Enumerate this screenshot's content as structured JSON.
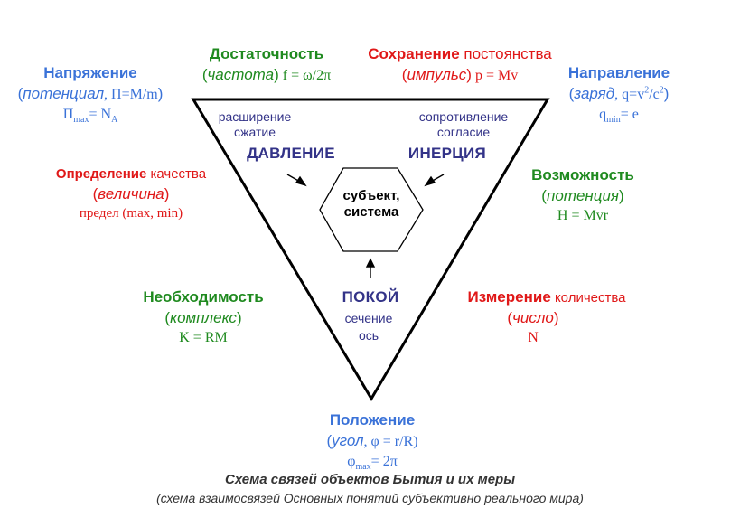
{
  "top_left": {
    "title": "Напряжение",
    "sub_open": "(",
    "sub_italic": "потенциал",
    "sub_rest": ", П=М/m",
    "sub_close": ")",
    "formula_main": "П",
    "formula_sub": "max",
    "formula_eq": "= N",
    "formula_sub2": "A"
  },
  "top_mid_left": {
    "title": "Достаточность",
    "sub_open": "(",
    "sub_italic": "частота",
    "sub_close": ")",
    "formula": " f = ω/2π"
  },
  "top_mid_right": {
    "title_bold": "Сохранение",
    "title_rest": " постоянства",
    "sub_open": "(",
    "sub_italic": "импульс",
    "sub_close": ")",
    "formula": " p = Mv"
  },
  "top_right": {
    "title": "Направление",
    "sub_open": "(",
    "sub_italic": "заряд",
    "sub_rest": ", q=v",
    "sup1": "2",
    "sub_rest2": "/c",
    "sup2": "2",
    "sub_close": ")",
    "formula_main": "q",
    "formula_sub": "min",
    "formula_eq": "= e"
  },
  "mid_left": {
    "title_bold": "Определение",
    "title_rest": " качества",
    "sub_open": "(",
    "sub_italic": "величина",
    "sub_close": ")",
    "formula": "предел (max, min)"
  },
  "mid_right": {
    "title": "Возможность",
    "sub_open": "(",
    "sub_italic": "потенция",
    "sub_close": ")",
    "formula": "H = Mvr"
  },
  "low_left": {
    "title": "Необходимость",
    "sub_open": "(",
    "sub_italic": "комплекс",
    "sub_close": ")",
    "formula": "K = RM"
  },
  "low_right": {
    "title_bold": "Измерение",
    "title_rest": " количества",
    "sub_open": "(",
    "sub_italic": "число",
    "sub_close": ")",
    "formula": "N"
  },
  "bottom": {
    "title": "Положение",
    "sub_open": "(",
    "sub_italic": "угол",
    "sub_rest": ", φ = r/R)",
    "formula_main": "φ",
    "formula_sub": "max",
    "formula_eq": "= 2π"
  },
  "inner": {
    "pressure": {
      "line1": "расширение",
      "line2": "сжатие",
      "title": "ДАВЛЕНИЕ"
    },
    "inertia": {
      "line1": "сопротивление",
      "line2": "согласие",
      "title": "ИНЕРЦИЯ"
    },
    "rest": {
      "title": "ПОКОЙ",
      "line1": "сечение",
      "line2": "ось"
    },
    "center": {
      "line1": "субъект,",
      "line2": "система"
    }
  },
  "caption": {
    "line1": "Схема связей объектов Бытия и их меры",
    "line2": "(схема взаимосвязей Основных понятий субъективно реального мира)"
  }
}
